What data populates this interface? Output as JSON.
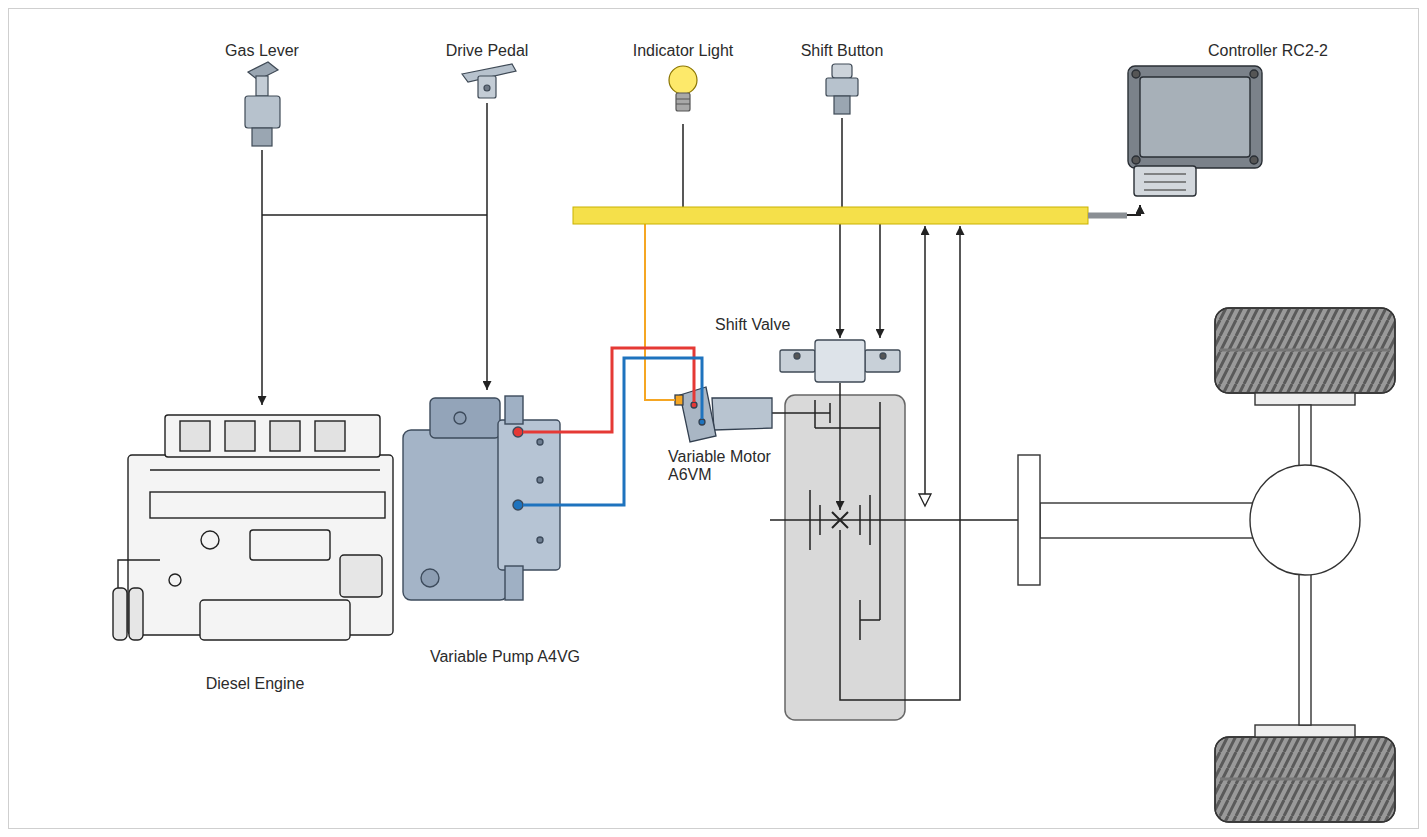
{
  "diagram": {
    "nodes": [
      {
        "text": [
          "Gas Lever"
        ]
      },
      {
        "text": [
          "Drive Pedal"
        ]
      },
      {
        "text": [
          "Indicator Light"
        ]
      },
      {
        "text": [
          "Shift Button"
        ]
      },
      {
        "text": [
          "Controller RC2-2"
        ]
      },
      {
        "text": [
          "Shift Valve"
        ]
      },
      {
        "text": [
          "Variable Motor A6VM"
        ]
      },
      {
        "text": [
          "Variable Pump A4VG"
        ]
      },
      {
        "text": [
          "Diesel Engine"
        ]
      }
    ],
    "edges": [
      {
        "from": 0,
        "to": 8,
        "arrow": "to"
      },
      {
        "from": 1,
        "to": 7,
        "arrow": "to"
      },
      {
        "from": 4,
        "to": 6,
        "arrow": "none"
      },
      {
        "from": 2,
        "to": 4,
        "arrow": "to"
      },
      {
        "from": 3,
        "to": 4,
        "arrow": "to"
      },
      {
        "from": 4,
        "to": 5,
        "arrow": "to"
      },
      {
        "from": 4,
        "to": 5,
        "arrow": "to"
      },
      {
        "from": 7,
        "to": 6,
        "arrow": "none"
      },
      {
        "from": 7,
        "to": 6,
        "arrow": "none"
      }
    ]
  }
}
